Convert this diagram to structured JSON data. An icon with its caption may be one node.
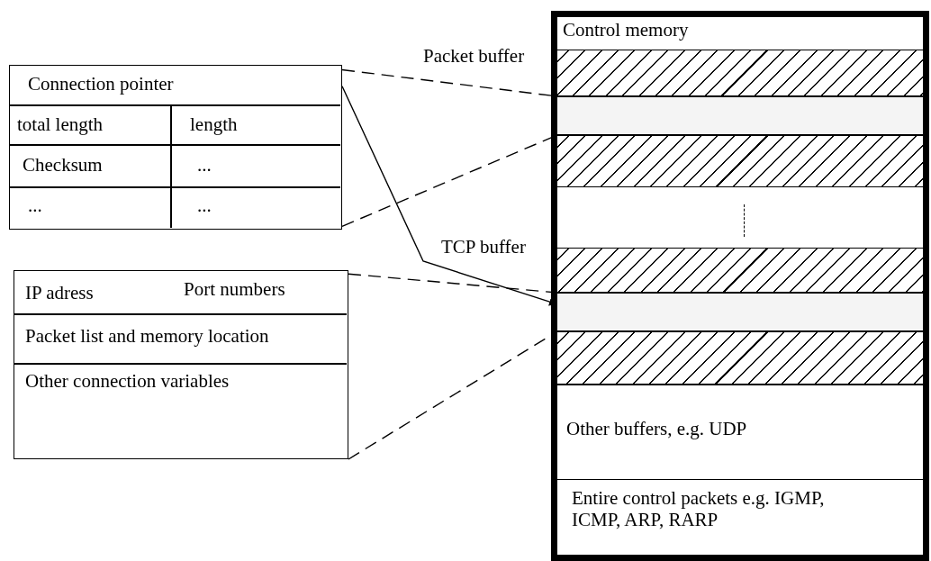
{
  "diagram": {
    "nodes": [
      {
        "text": [
          "Control memory"
        ]
      },
      {
        "text": [],
        "shape": "bar",
        "in": 0
      },
      {
        "text": [],
        "shape": "bar",
        "in": 0
      },
      {
        "text": [],
        "shape": "bar",
        "in": 0
      },
      {
        "text": [],
        "shape": "bar",
        "in": 0
      },
      {
        "text": [],
        "shape": "bar",
        "in": 0
      },
      {
        "text": [],
        "shape": "bar",
        "in": 0
      },
      {
        "text": [
          "Other buffers, e.g. UDP"
        ],
        "in": 0
      },
      {
        "text": [
          "Entire control packets e.g. IGMP, ICMP, ARP, RARP"
        ],
        "in": 0
      },
      {
        "text": [
          "Connection pointer",
          "total length",
          "length",
          "Checksum",
          "...",
          "...",
          "..."
        ]
      },
      {
        "text": [
          "IP adress",
          "Port numbers",
          "Packet list and memory location",
          "Other connection variables"
        ]
      }
    ],
    "edges": [
      {
        "from": 9,
        "to": 2,
        "arrow": "none",
        "style": "dashed"
      },
      {
        "from": 9,
        "to": 2,
        "arrow": "none",
        "style": "dashed"
      },
      {
        "from": 10,
        "to": 5,
        "arrow": "none",
        "style": "dashed"
      },
      {
        "from": 10,
        "to": 5,
        "arrow": "none",
        "style": "dashed"
      },
      {
        "from": 9,
        "to": 5,
        "arrow": "to"
      }
    ],
    "labels": [
      "Packet buffer",
      "TCP buffer"
    ]
  }
}
